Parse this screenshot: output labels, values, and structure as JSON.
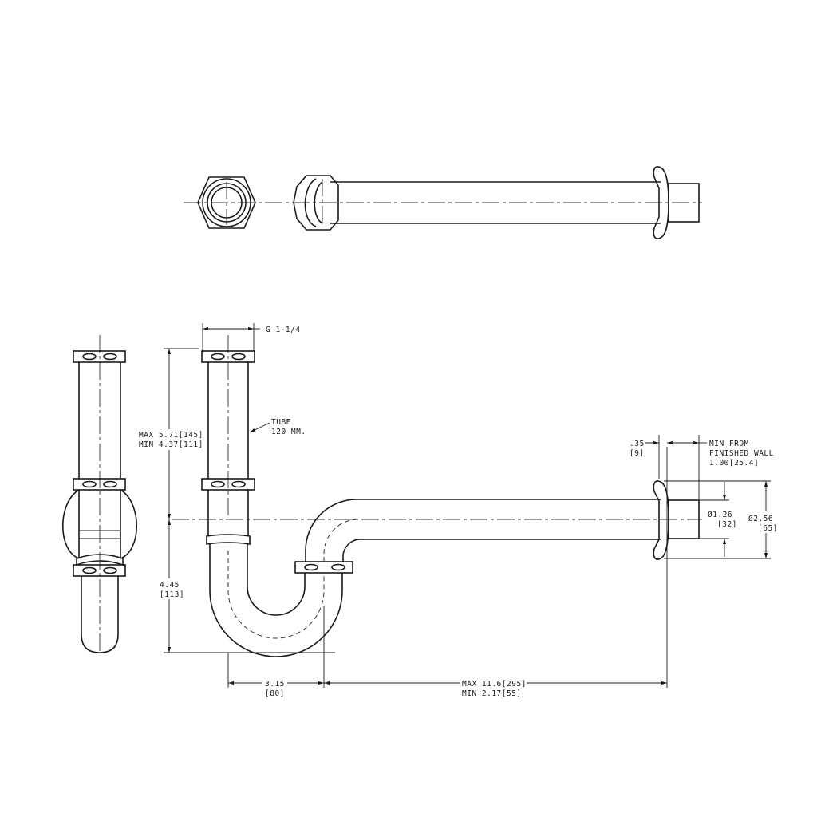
{
  "drawing": {
    "thread_label": "G 1-1/4",
    "tube_label_1": "TUBE",
    "tube_label_2": "120 MM.",
    "height_max": "MAX 5.71[145]",
    "height_min": "MIN 4.37[111]",
    "trap_depth_1": "4.45",
    "trap_depth_2": "[113]",
    "offset_1": "3.15",
    "offset_2": "[80]",
    "reach_max": "MAX 11.6[295]",
    "reach_min": "MIN 2.17[55]",
    "flange_thk_1": ".35",
    "flange_thk_2": "[9]",
    "wall_1": "MIN FROM",
    "wall_2": "FINISHED WALL",
    "wall_3": "1.00[25.4]",
    "pipe_dia_1": "Ø1.26",
    "pipe_dia_2": "[32]",
    "flange_dia_1": "Ø2.56",
    "flange_dia_2": "[65]"
  }
}
